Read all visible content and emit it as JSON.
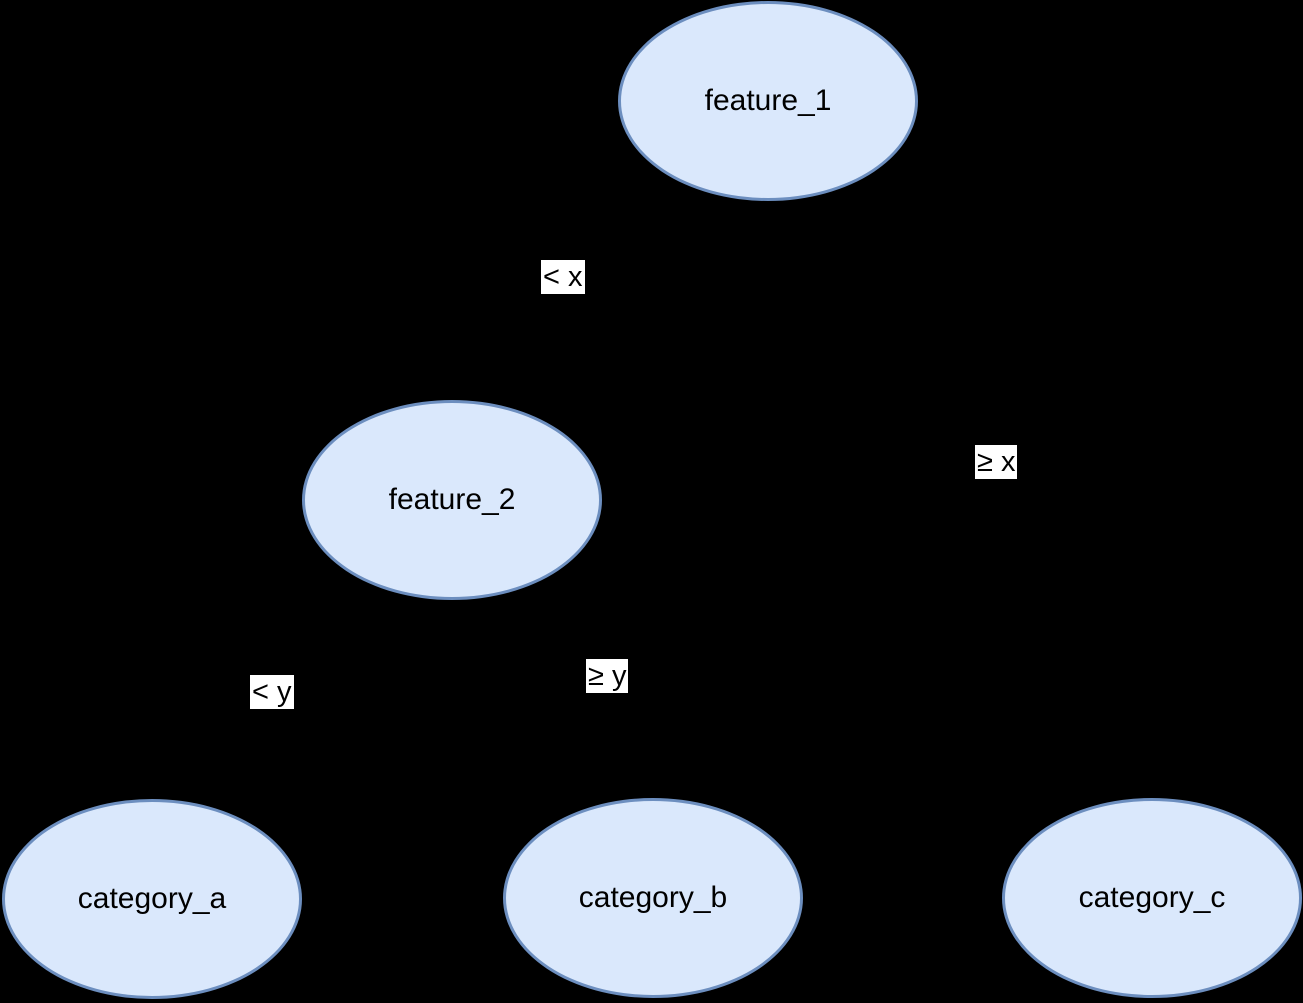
{
  "diagram": {
    "type": "decision-tree",
    "background_color": "#000000",
    "node_fill_color": "#dae8fc",
    "node_stroke_color": "#6c8ebf",
    "node_text_color": "#000000",
    "edge_label_background": "#ffffff",
    "nodes": [
      {
        "id": "feature_1",
        "label": "feature_1",
        "role": "root-decision-node"
      },
      {
        "id": "feature_2",
        "label": "feature_2",
        "role": "internal-decision-node"
      },
      {
        "id": "category_a",
        "label": "category_a",
        "role": "leaf-node"
      },
      {
        "id": "category_b",
        "label": "category_b",
        "role": "leaf-node"
      },
      {
        "id": "category_c",
        "label": "category_c",
        "role": "leaf-node"
      }
    ],
    "edges": [
      {
        "from": "feature_1",
        "to": "feature_2",
        "label": "< x"
      },
      {
        "from": "feature_1",
        "to": "category_c",
        "label": "≥ x"
      },
      {
        "from": "feature_2",
        "to": "category_a",
        "label": "< y"
      },
      {
        "from": "feature_2",
        "to": "category_b",
        "label": "≥ y"
      }
    ]
  }
}
